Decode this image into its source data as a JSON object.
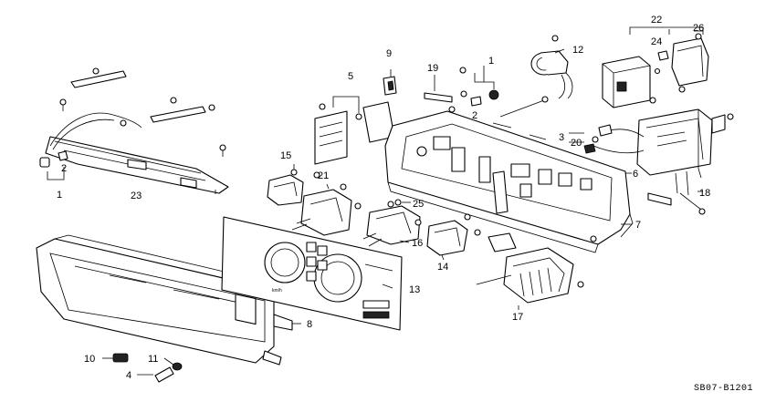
{
  "diagram": {
    "callouts": [
      "1",
      "2",
      "1",
      "2",
      "3",
      "4",
      "5",
      "6",
      "7",
      "8",
      "9",
      "10",
      "11",
      "12",
      "13",
      "14",
      "15",
      "16",
      "17",
      "18",
      "19",
      "20",
      "21",
      "22",
      "23",
      "24",
      "25",
      "26"
    ],
    "part_code": "SB07-B1201",
    "gauge_marks": "km/h"
  }
}
